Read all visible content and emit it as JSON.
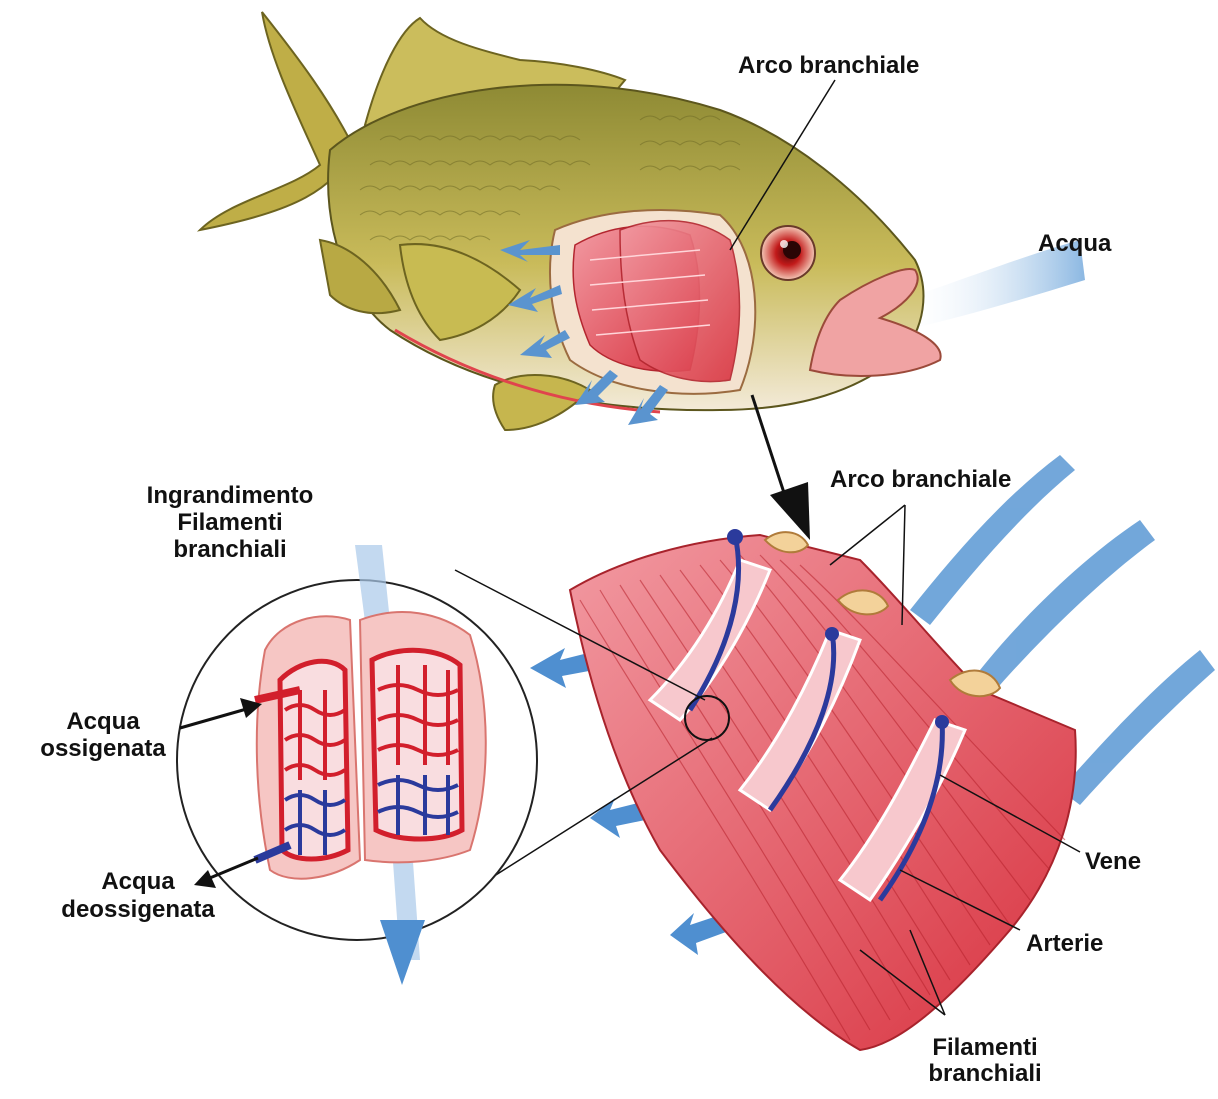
{
  "labels": {
    "arco_branchiale_top": "Arco branchiale",
    "acqua": "Acqua",
    "arco_branchiale_bottom": "Arco branchiale",
    "ingrandimento_line1": "Ingrandimento",
    "ingrandimento_line2": "Filamenti",
    "ingrandimento_line3": "branchiali",
    "acqua_ossigenata_line1": "Acqua",
    "acqua_ossigenata_line2": "ossigenata",
    "acqua_deossigenata_line1": "Acqua",
    "acqua_deossigenata_line2": "deossigenata",
    "vene": "Vene",
    "arterie": "Arterie",
    "filamenti_line1": "Filamenti",
    "filamenti_line2": "branchiali"
  },
  "colors": {
    "fish_body": "#b7a845",
    "fish_belly": "#f2e7d3",
    "gill_red": "#e3454f",
    "gill_pink": "#f2a8b0",
    "water_blue": "#4f8fd0",
    "artery_red": "#d21f2c",
    "vein_blue": "#2b3a9c"
  }
}
